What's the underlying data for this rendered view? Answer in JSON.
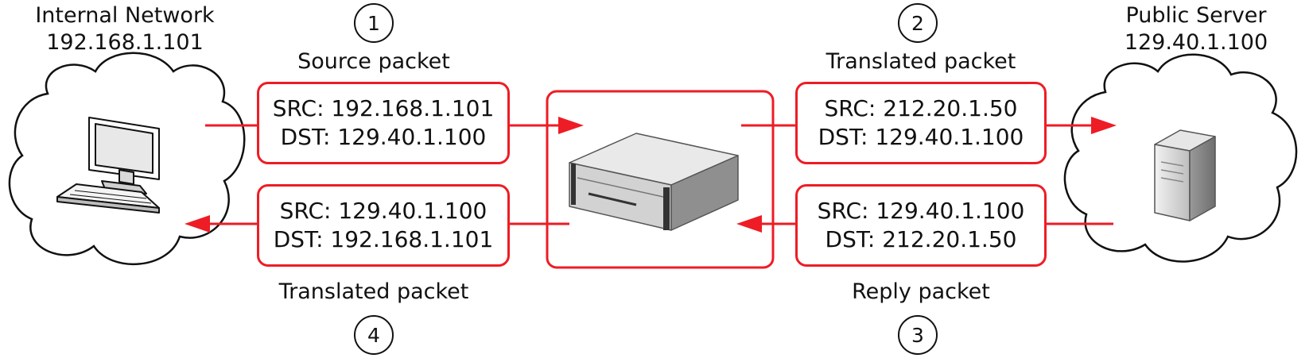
{
  "colors": {
    "accent": "#ee1c25",
    "stroke": "#111111"
  },
  "left_node": {
    "title": "Internal Network",
    "ip": "192.168.1.101",
    "icon": "workstation-icon"
  },
  "right_node": {
    "title": "Public Server",
    "ip": "129.40.1.100",
    "icon": "server-tower-icon"
  },
  "nat_device": {
    "icon": "rack-router-icon"
  },
  "steps": [
    {
      "number": "1",
      "label": "Source packet",
      "src": "SRC: 192.168.1.101",
      "dst": "DST: 129.40.1.100"
    },
    {
      "number": "2",
      "label": "Translated packet",
      "src": "SRC: 212.20.1.50",
      "dst": "DST: 129.40.1.100"
    },
    {
      "number": "3",
      "label": "Reply packet",
      "src": "SRC: 129.40.1.100",
      "dst": "DST: 212.20.1.50"
    },
    {
      "number": "4",
      "label": "Translated packet",
      "src": "SRC: 129.40.1.100",
      "dst": "DST: 192.168.1.101"
    }
  ]
}
